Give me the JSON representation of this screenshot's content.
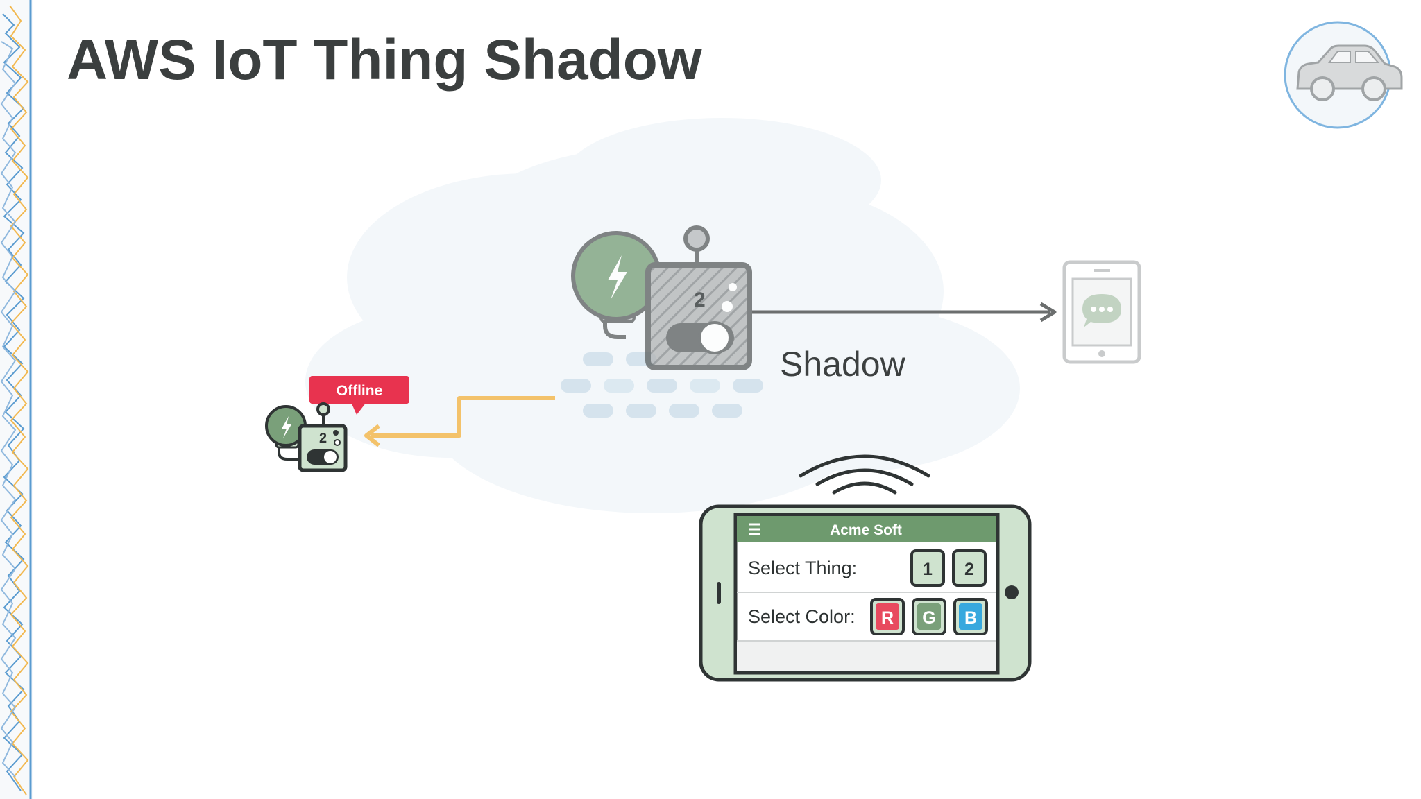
{
  "slide": {
    "title": "AWS IoT Thing Shadow"
  },
  "diagram": {
    "shadow_label": "Shadow",
    "offline_badge": "Offline",
    "device_number": "2"
  },
  "phone_app": {
    "title": "Acme Soft",
    "menu_icon": "hamburger-icon",
    "select_thing_label": "Select Thing:",
    "thing_buttons": [
      "1",
      "2"
    ],
    "select_color_label": "Select Color:",
    "color_buttons": [
      {
        "label": "R",
        "color": "#e84a5f"
      },
      {
        "label": "G",
        "color": "#7aa07a"
      },
      {
        "label": "B",
        "color": "#38a8de"
      }
    ]
  },
  "colors": {
    "title": "#3b3f3f",
    "app_header": "#6e9a6e",
    "phone_body": "#cfe3cf",
    "offline_red": "#e8334f",
    "arrow_orange": "#f3c26a",
    "arrow_gray": "#6b6e6e",
    "bulb_green": "#7aa07a"
  },
  "icons": {
    "corner_badge": "car-icon",
    "tablet": "chat-bubble-icon",
    "bulb": "lightning-bolt-icon",
    "wifi": "wifi-signal-icon"
  }
}
